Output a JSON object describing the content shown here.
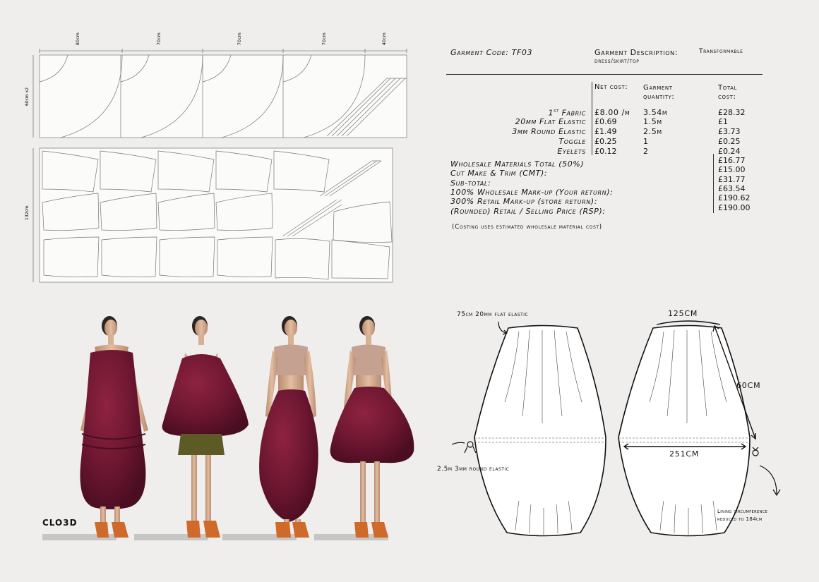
{
  "pattern": {
    "top_dims": [
      "80cm",
      "70cm",
      "70cm",
      "70cm",
      "40cm"
    ],
    "top_side": "60cm x2",
    "bottom_side": "132cm"
  },
  "costing": {
    "garment_code": "Garment Code: TF03",
    "garment_description_label": "Garment Description:",
    "garment_description_value": "Transformable",
    "garment_description_line2": "dress/skirt/top",
    "headers": {
      "net_cost": "Net cost:",
      "quantity_l1": "Garment",
      "quantity_l2": "quantity:",
      "total_l1": "Total",
      "total_l2": "cost:"
    },
    "rows": [
      {
        "item_pre": "1",
        "item_sup": "st",
        "item": " Fabric",
        "net": "£8.00 /m",
        "qty": "3.54m",
        "total": "£28.32"
      },
      {
        "item_pre": "",
        "item_sup": "",
        "item": "20mm Flat Elastic",
        "net": "£0.69",
        "qty": "1.5m",
        "total": "£1"
      },
      {
        "item_pre": "",
        "item_sup": "",
        "item": "3mm Round Elastic",
        "net": "£1.49",
        "qty": "2.5m",
        "total": "£3.73"
      },
      {
        "item_pre": "",
        "item_sup": "",
        "item": "Toggle",
        "net": "£0.25",
        "qty": "1",
        "total": "£0.25"
      },
      {
        "item_pre": "",
        "item_sup": "",
        "item": "Eyelets",
        "net": "£0.12",
        "qty": "2",
        "total": "£0.24"
      }
    ],
    "summary": [
      {
        "label": "Wholesale Materials Total (50%)",
        "value": "£16.77"
      },
      {
        "label": "Cut Make & Trim (CMT):",
        "value": "£15.00"
      },
      {
        "label": "Sub-total:",
        "value": "£31.77"
      },
      {
        "label": "100% Wholesale Mark-up (Your return):",
        "value": "£63.54"
      },
      {
        "label": "300% Retail Mark-up (store return):",
        "value": "£190.62"
      },
      {
        "label": "(Rounded) Retail / Selling Price (RSP):",
        "value": "£190.00"
      }
    ],
    "note": "(Costing uses estimated wholesale material cost)"
  },
  "renders": {
    "label": "CLO3D"
  },
  "flats": {
    "flat_elastic_note": "75cm 20mm flat elastic",
    "round_elastic_note": "2.5m 3mm round elastic",
    "top_width": "125CM",
    "side_length": "60CM",
    "circumference": "251CM",
    "lining_note_l1": "Lining circumference",
    "lining_note_l2": "reduced to 184cm"
  }
}
